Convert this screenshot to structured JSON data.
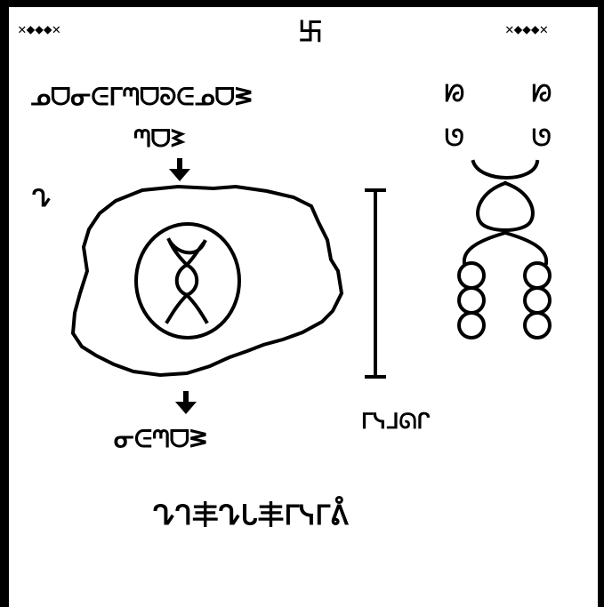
{
  "screen": {
    "background_color": "#000000",
    "panel_color": "#ffffff",
    "ink_color": "#000000"
  },
  "status_bar": {
    "left_indicator": "✕◆◆◆✕",
    "center_glyph": "卐",
    "right_indicator": "✕◆◆◆✕"
  },
  "diagram": {
    "top_label_line1": "ᓄᗜᓂᕮᒥᘉᗜᘐᕮᓄᗜᕒ",
    "top_label_line2": "ᘉᗜᕒ",
    "cell_marker": "ᖊ",
    "bottom_label": "ᓂᕮᘉᗜᕒ",
    "scale_label": "ᒥᓭᒧᘏᒋ",
    "caption": "ᖊᒉ丰ᖊᒐ丰ᒥᓭᒥᕔ",
    "chromosome_labels": [
      "ᘗ",
      "ᘗ",
      "ᘎ",
      "ᘎ"
    ]
  }
}
